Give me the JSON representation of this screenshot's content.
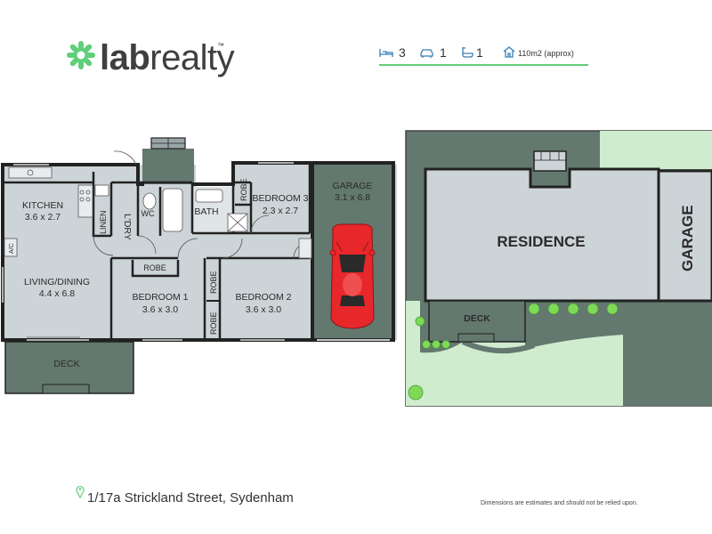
{
  "brand": {
    "logo_bold": "lab",
    "logo_light": "realty",
    "trademark": "™",
    "accent_color": "#5fcf7a"
  },
  "stats": {
    "bedrooms": "3",
    "bathrooms": "1",
    "parking": "1",
    "area": "110m2 (approx)",
    "icons": [
      "bed-icon",
      "car-icon",
      "bath-icon",
      "house-icon"
    ]
  },
  "floorplan": {
    "rooms": {
      "kitchen": {
        "name": "KITCHEN",
        "dims": "3.6 x 2.7"
      },
      "living": {
        "name": "LIVING/DINING",
        "dims": "4.4 x 6.8"
      },
      "linen": {
        "name": "LINEN"
      },
      "laundry": {
        "name": "L'DRY"
      },
      "wc": {
        "name": "WC"
      },
      "bath": {
        "name": "BATH"
      },
      "bedroom3": {
        "name": "BEDROOM 3",
        "dims": "2.3 x 2.7"
      },
      "robe_b3": {
        "name": "ROBE"
      },
      "garage": {
        "name": "GARAGE",
        "dims": "3.1 x 6.8"
      },
      "robe_b1": {
        "name": "ROBE"
      },
      "bedroom1": {
        "name": "BEDROOM 1",
        "dims": "3.6 x 3.0"
      },
      "robe_b2_top": {
        "name": "ROBE"
      },
      "robe_b2_bottom": {
        "name": "ROBE"
      },
      "bedroom2": {
        "name": "BEDROOM 2",
        "dims": "3.6 x 3.0"
      },
      "deck": {
        "name": "DECK"
      },
      "ac": {
        "name": "A/C"
      }
    },
    "colors": {
      "wall": "#222222",
      "room_fill": "#cdd4d7",
      "deck_fill": "#63786e",
      "car_red": "#e8272b"
    }
  },
  "siteplan": {
    "residence": "RESIDENCE",
    "garage": "GARAGE",
    "deck": "DECK",
    "colors": {
      "grass_light": "#cfeccf",
      "grass_dark": "#63786e",
      "building": "#cdd4d7",
      "shrub": "#7ed957"
    }
  },
  "footer": {
    "address": "1/17a Strickland Street, Sydenham",
    "disclaimer": "Dimensions are estimates and should not be relied upon."
  }
}
